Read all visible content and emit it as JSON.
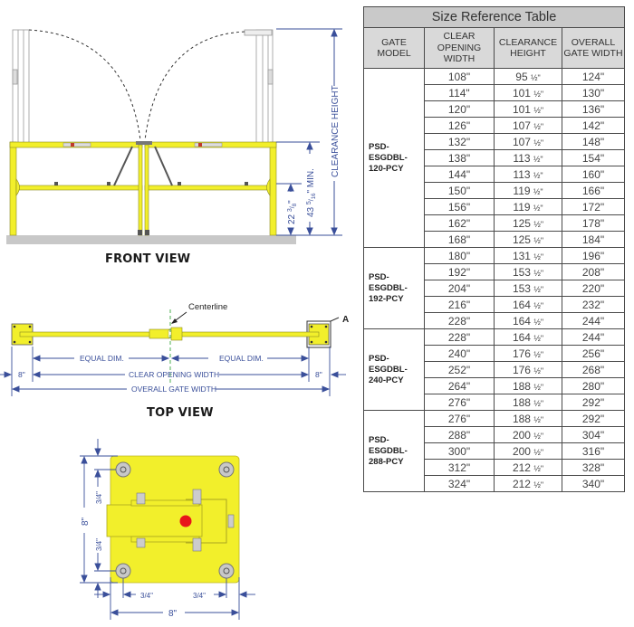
{
  "front_view": {
    "label": "FRONT VIEW",
    "dimensions": {
      "clearance_height": "CLEARANCE HEIGHT",
      "min_height": "43 5/16\" MIN.",
      "min_height_whole": "43",
      "min_height_num": "5",
      "min_height_den": "16",
      "min_suffix": "\" MIN.",
      "mid_rail_height": "22 3/8\"",
      "mid_rail_whole": "22",
      "mid_rail_num": "3",
      "mid_rail_den": "8"
    }
  },
  "top_view": {
    "label": "TOP VIEW",
    "centerline_label": "Centerline",
    "callout_label": "A",
    "dimensions": {
      "equal_dim_left": "EQUAL DIM.",
      "equal_dim_right": "EQUAL DIM.",
      "plate_left": "8\"",
      "plate_right": "8\"",
      "clear_opening_width": "CLEAR OPENING WIDTH",
      "overall_gate_width": "OVERALL GATE WIDTH"
    }
  },
  "detail_a": {
    "height": "8\"",
    "width": "8\"",
    "edge_top": "3/4\"",
    "edge_bottom": "3/4\"",
    "edge_left": "3/4\"",
    "edge_right": "3/4\""
  },
  "colors": {
    "safety_yellow": "#f2ef2b",
    "dimension_blue": "#3a4f9a",
    "centerline_green": "#4caf50",
    "latch_red": "#e8141b",
    "floor_gray": "#c8c8c8"
  },
  "table": {
    "title": "Size Reference Table",
    "headers": {
      "model": [
        "GATE",
        "MODEL"
      ],
      "clear_opening": [
        "CLEAR",
        "OPENING",
        "WIDTH"
      ],
      "clearance": [
        "CLEARANCE",
        "HEIGHT"
      ],
      "overall": [
        "OVERALL",
        "GATE WIDTH"
      ]
    },
    "groups": [
      {
        "model": [
          "PSD-ESGDBL-",
          "120-PCY"
        ],
        "rows": [
          {
            "clear": "108\"",
            "height": "95",
            "overall": "124\""
          },
          {
            "clear": "114\"",
            "height": "101",
            "overall": "130\""
          },
          {
            "clear": "120\"",
            "height": "101",
            "overall": "136\""
          },
          {
            "clear": "126\"",
            "height": "107",
            "overall": "142\""
          },
          {
            "clear": "132\"",
            "height": "107",
            "overall": "148\""
          },
          {
            "clear": "138\"",
            "height": "113",
            "overall": "154\""
          },
          {
            "clear": "144\"",
            "height": "113",
            "overall": "160\""
          },
          {
            "clear": "150\"",
            "height": "119",
            "overall": "166\""
          },
          {
            "clear": "156\"",
            "height": "119",
            "overall": "172\""
          },
          {
            "clear": "162\"",
            "height": "125",
            "overall": "178\""
          },
          {
            "clear": "168\"",
            "height": "125",
            "overall": "184\""
          }
        ]
      },
      {
        "model": [
          "PSD-ESGDBL-",
          "192-PCY"
        ],
        "rows": [
          {
            "clear": "180\"",
            "height": "131",
            "overall": "196\""
          },
          {
            "clear": "192\"",
            "height": "153",
            "overall": "208\""
          },
          {
            "clear": "204\"",
            "height": "153",
            "overall": "220\""
          },
          {
            "clear": "216\"",
            "height": "164",
            "overall": "232\""
          },
          {
            "clear": "228\"",
            "height": "164",
            "overall": "244\""
          }
        ]
      },
      {
        "model": [
          "PSD-ESGDBL-",
          "240-PCY"
        ],
        "rows": [
          {
            "clear": "228\"",
            "height": "164",
            "overall": "244\""
          },
          {
            "clear": "240\"",
            "height": "176",
            "overall": "256\""
          },
          {
            "clear": "252\"",
            "height": "176",
            "overall": "268\""
          },
          {
            "clear": "264\"",
            "height": "188",
            "overall": "280\""
          },
          {
            "clear": "276\"",
            "height": "188",
            "overall": "292\""
          }
        ]
      },
      {
        "model": [
          "PSD-ESGDBL-",
          "288-PCY"
        ],
        "rows": [
          {
            "clear": "276\"",
            "height": "188",
            "overall": "292\""
          },
          {
            "clear": "288\"",
            "height": "200",
            "overall": "304\""
          },
          {
            "clear": "300\"",
            "height": "200",
            "overall": "316\""
          },
          {
            "clear": "312\"",
            "height": "212",
            "overall": "328\""
          },
          {
            "clear": "324\"",
            "height": "212",
            "overall": "340\""
          }
        ]
      }
    ],
    "height_fraction": "½\""
  }
}
